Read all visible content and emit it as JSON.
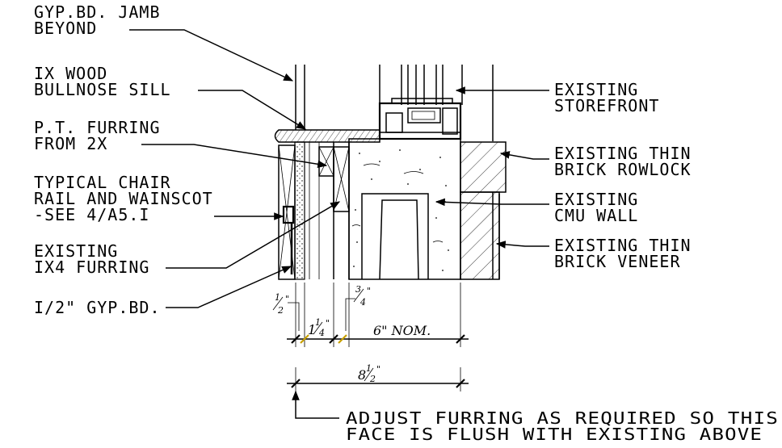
{
  "labels": {
    "gyp_jamb_1": "GYP.BD. JAMB",
    "gyp_jamb_2": "BEYOND",
    "sill_1": "IX WOOD",
    "sill_2": "BULLNOSE SILL",
    "furring_1": "P.T. FURRING",
    "furring_2": "FROM 2X",
    "chair_1": "TYPICAL CHAIR",
    "chair_2": "RAIL AND WAINSCOT",
    "chair_3": "-SEE 4/A5.I",
    "existing_furring_1": "EXISTING",
    "existing_furring_2": "IX4 FURRING",
    "gyp_half": "I/2\" GYP.BD.",
    "storefront_1": "EXISTING",
    "storefront_2": "STOREFRONT",
    "rowlock_1": "EXISTING THIN",
    "rowlock_2": "BRICK ROWLOCK",
    "cmu_1": "EXISTING",
    "cmu_2": "CMU WALL",
    "veneer_1": "EXISTING THIN",
    "veneer_2": "BRICK VENEER",
    "adjust_1": "ADJUST FURRING AS REQUIRED SO THIS",
    "adjust_2": "FACE IS FLUSH WITH EXISTING ABOVE"
  },
  "dimensions": {
    "half_num": "1",
    "half_den": "2",
    "half_mark": "\"",
    "quarter_prefix": "1",
    "quarter_num": "1",
    "quarter_den": "4",
    "quarter_mark": "\"",
    "three_quarter_num": "3",
    "three_quarter_den": "4",
    "three_quarter_mark": "\"",
    "six_nom": "6\" NOM.",
    "overall_whole": "8",
    "overall_num": "1",
    "overall_den": "2",
    "overall_mark": "\""
  },
  "colors": {
    "line": "#000000",
    "background": "#ffffff",
    "tick_accent": "#c8a000"
  }
}
